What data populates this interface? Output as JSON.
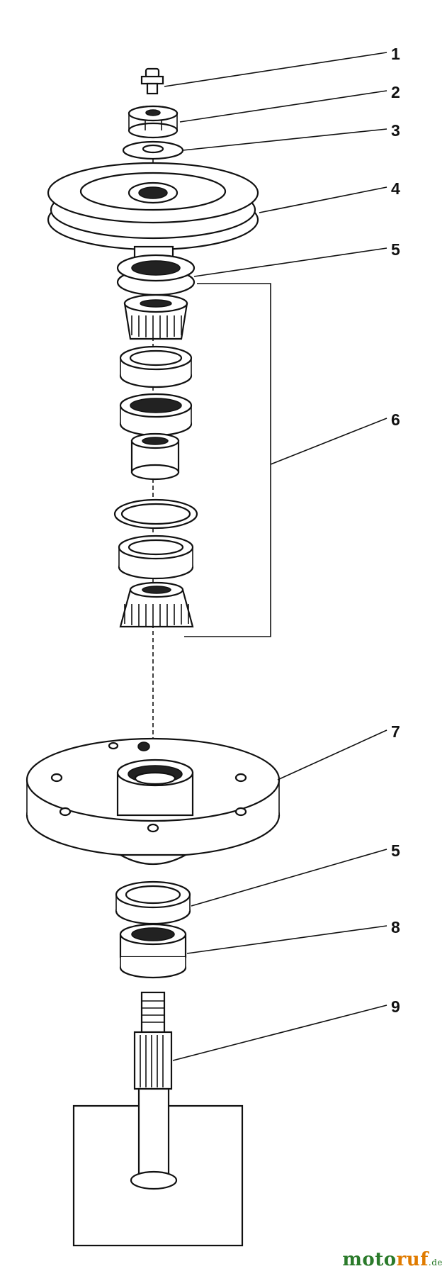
{
  "callouts": [
    {
      "id": "1",
      "label": "1"
    },
    {
      "id": "2",
      "label": "2"
    },
    {
      "id": "3",
      "label": "3"
    },
    {
      "id": "4",
      "label": "4"
    },
    {
      "id": "5a",
      "label": "5"
    },
    {
      "id": "6",
      "label": "6"
    },
    {
      "id": "7",
      "label": "7"
    },
    {
      "id": "5b",
      "label": "5"
    },
    {
      "id": "8",
      "label": "8"
    },
    {
      "id": "9",
      "label": "9"
    }
  ],
  "watermark": {
    "part1": "moto",
    "part2": "ruf",
    "suffix": ".de"
  }
}
